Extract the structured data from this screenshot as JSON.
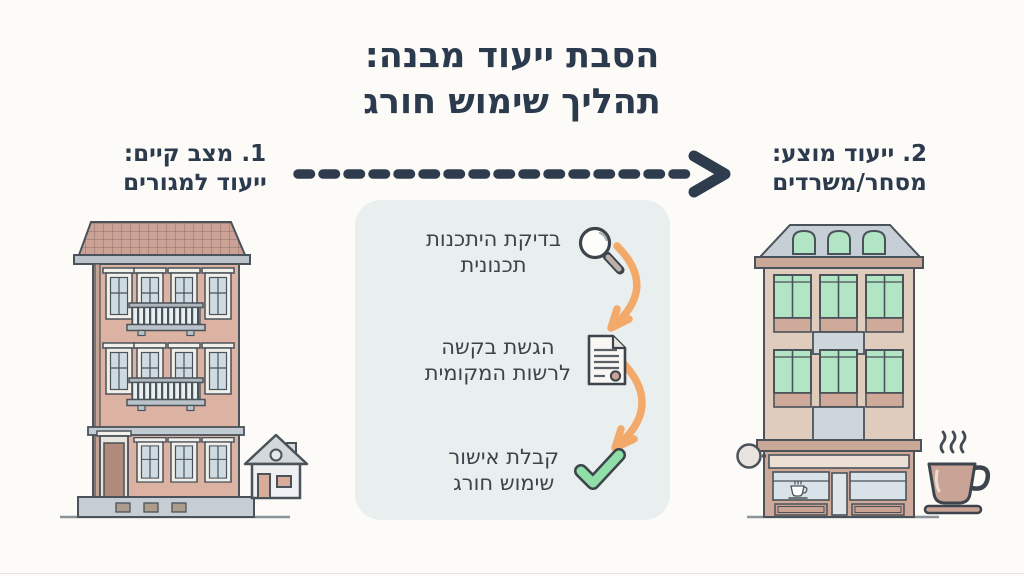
{
  "title": {
    "line1": "הסבת ייעוד מבנה:",
    "line2": "תהליך שימוש חורג"
  },
  "labels": {
    "existing": {
      "line1": "1. מצב קיים:",
      "line2": "ייעוד למגורים"
    },
    "proposed": {
      "line1": "2. ייעוד מוצע:",
      "line2": "מסחר/משרדים"
    }
  },
  "steps": [
    {
      "name": "feasibility-check",
      "icon": "magnifier-icon",
      "line1": "בדיקת היתכנות",
      "line2": "תכנונית"
    },
    {
      "name": "submit-application",
      "icon": "document-icon",
      "line1": "הגשת בקשה",
      "line2": "לרשות המקומית"
    },
    {
      "name": "receive-approval",
      "icon": "check-icon",
      "line1": "קבלת אישור",
      "line2": "שימוש חורג"
    }
  ],
  "icons": {
    "left_building": "residential-building",
    "left_badge": "house-icon",
    "right_building": "commercial-building",
    "right_badge": "coffee-cup-icon",
    "flow": "dotted-arrow-right",
    "between_steps": "curved-orange-arrows"
  },
  "colors": {
    "page_background": "#fcfbf8",
    "title_text": "#2b3a4d",
    "step_text": "#3c434b",
    "panel_background": "#e9eeee",
    "flow_arrow": "#2e3c4e",
    "orange_arrow": "#f2a96a",
    "check_green": "#90dfa9",
    "outline": "#4a525a",
    "residential_wall": "#dcb2a3",
    "residential_roof": "#cba295",
    "commercial_wall": "#dfccbc",
    "commercial_roof": "#c5cfd5",
    "window_green": "#b2e5c3",
    "spandrel_tan": "#cfa99a",
    "glass_gray": "#d8e2e8"
  }
}
